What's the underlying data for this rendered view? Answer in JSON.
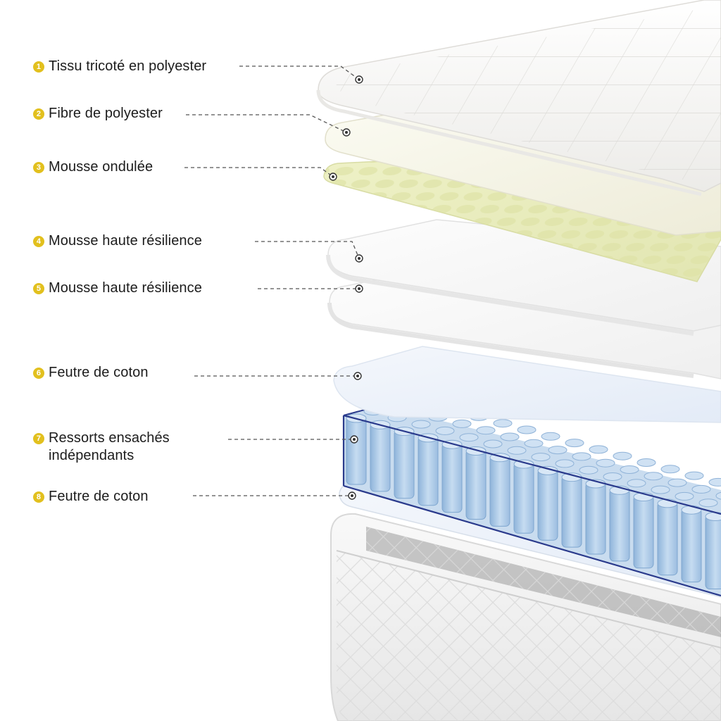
{
  "colors": {
    "badge": "#e2c01e",
    "leader_line": "#555555",
    "knit_fabric": "#f4f4f2",
    "polyester_fiber": "#f3f2e4",
    "wave_foam": "#ecefc3",
    "hr_foam": "#f7f7f7",
    "cotton_felt": "#eef3fb",
    "pocket_springs": "#a9c8e6",
    "spring_net": "#2a3a8c",
    "base_quilt": "#f6f6f6"
  },
  "layers": [
    {
      "number": "1",
      "label": "Tissu tricoté en polyester",
      "icon": "knit-fabric-layer"
    },
    {
      "number": "2",
      "label": "Fibre de polyester",
      "icon": "polyester-fiber-layer"
    },
    {
      "number": "3",
      "label": "Mousse ondulée",
      "icon": "wave-foam-layer"
    },
    {
      "number": "4",
      "label": "Mousse haute résilience",
      "icon": "high-resilience-foam-layer"
    },
    {
      "number": "5",
      "label": "Mousse haute résilience",
      "icon": "high-resilience-foam-layer"
    },
    {
      "number": "6",
      "label": "Feutre de coton",
      "icon": "cotton-felt-layer"
    },
    {
      "number": "7",
      "label": "Ressorts ensachés\nindépendants",
      "icon": "pocket-springs-layer"
    },
    {
      "number": "8",
      "label": "Feutre de coton",
      "icon": "cotton-felt-layer"
    }
  ]
}
